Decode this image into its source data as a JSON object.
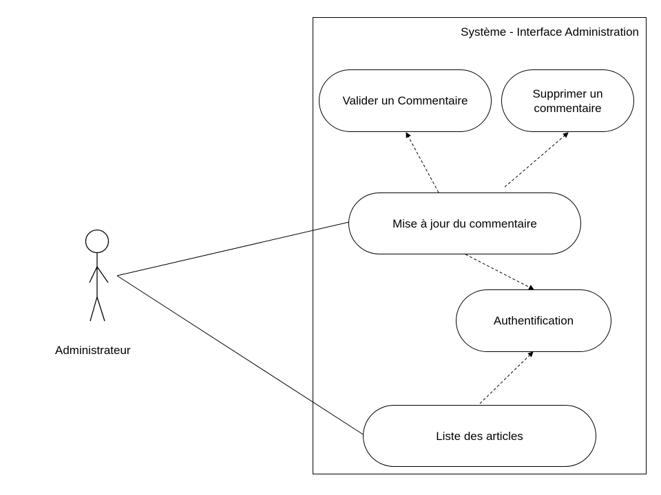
{
  "system": {
    "title": "Système - Interface Administration"
  },
  "actor": {
    "name": "Administrateur"
  },
  "use_cases": {
    "valider": "Valider un Commentaire",
    "supprimer": "Supprimer un commentaire",
    "mise_a_jour": "Mise à jour du commentaire",
    "authentification": "Authentification",
    "liste": "Liste des articles"
  },
  "colors": {
    "stroke": "#000000",
    "background": "#ffffff"
  }
}
